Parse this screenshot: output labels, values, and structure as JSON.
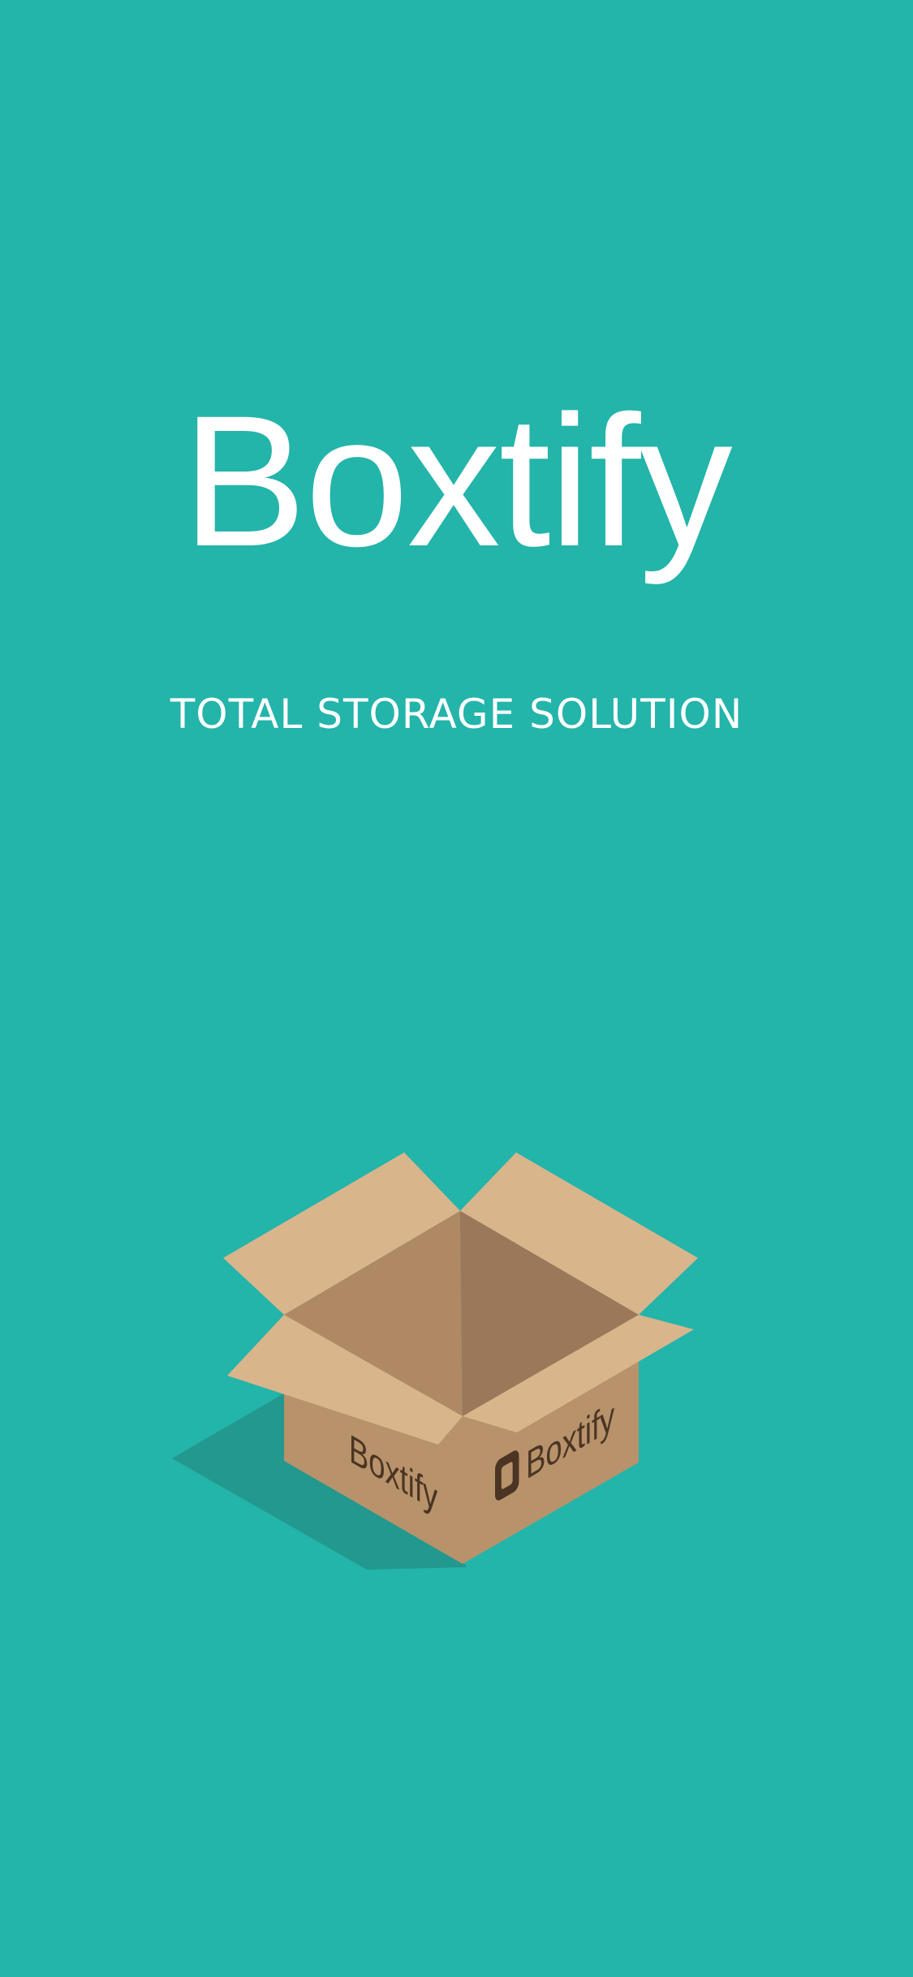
{
  "colors": {
    "background": "#23b4aa",
    "text": "#ffffff",
    "shadow": "#23988f",
    "flap_light": "#d9b58b",
    "box_side": "#b8926a",
    "box_inner_dark": "#9a7859",
    "box_inner_mid": "#b8926a",
    "logo_ink": "#4a3524"
  },
  "splash": {
    "title": "Boxtify",
    "tagline": "TOTAL STORAGE SOLUTION"
  },
  "illustration": {
    "name": "open-cardboard-box",
    "box_label_right": "Boxtify",
    "box_label_left": "Boxtify"
  }
}
